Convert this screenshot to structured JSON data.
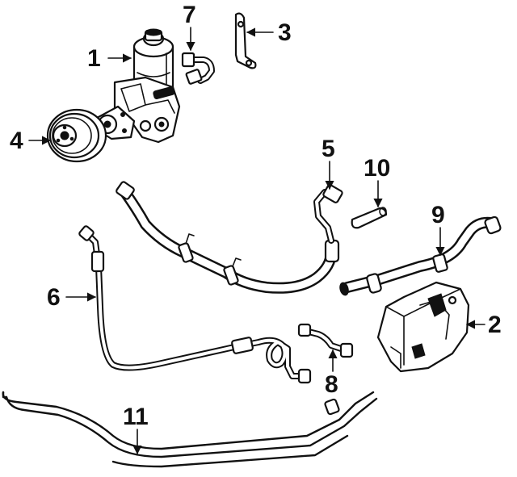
{
  "callouts": {
    "c1": "1",
    "c2": "2",
    "c3": "3",
    "c4": "4",
    "c5": "5",
    "c6": "6",
    "c7": "7",
    "c8": "8",
    "c9": "9",
    "c10": "10",
    "c11": "11"
  },
  "parts": [
    {
      "callout": "1",
      "icon": "power-steering-pump-icon"
    },
    {
      "callout": "2",
      "icon": "reservoir-bracket-icon"
    },
    {
      "callout": "3",
      "icon": "mounting-bracket-icon"
    },
    {
      "callout": "4",
      "icon": "pulley-icon"
    },
    {
      "callout": "5",
      "icon": "pressure-hose-icon"
    },
    {
      "callout": "6",
      "icon": "return-line-icon"
    },
    {
      "callout": "7",
      "icon": "fitting-icon"
    },
    {
      "callout": "8",
      "icon": "return-tube-icon"
    },
    {
      "callout": "9",
      "icon": "return-hose-icon"
    },
    {
      "callout": "10",
      "icon": "hose-section-icon"
    },
    {
      "callout": "11",
      "icon": "cooler-line-icon"
    }
  ],
  "colors": {
    "ink": "#111111",
    "background": "#ffffff"
  }
}
